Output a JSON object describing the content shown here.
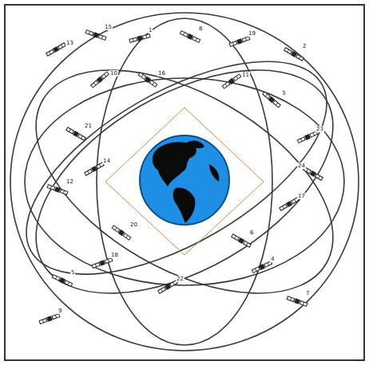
{
  "diagram": {
    "labels": [
      "13",
      "15",
      "1",
      "8",
      "19",
      "2",
      "10",
      "16",
      "11",
      "3",
      "21",
      "14",
      "12",
      "23",
      "24",
      "17",
      "20",
      "18",
      "5",
      "22",
      "6",
      "4",
      "7",
      "9"
    ]
  }
}
